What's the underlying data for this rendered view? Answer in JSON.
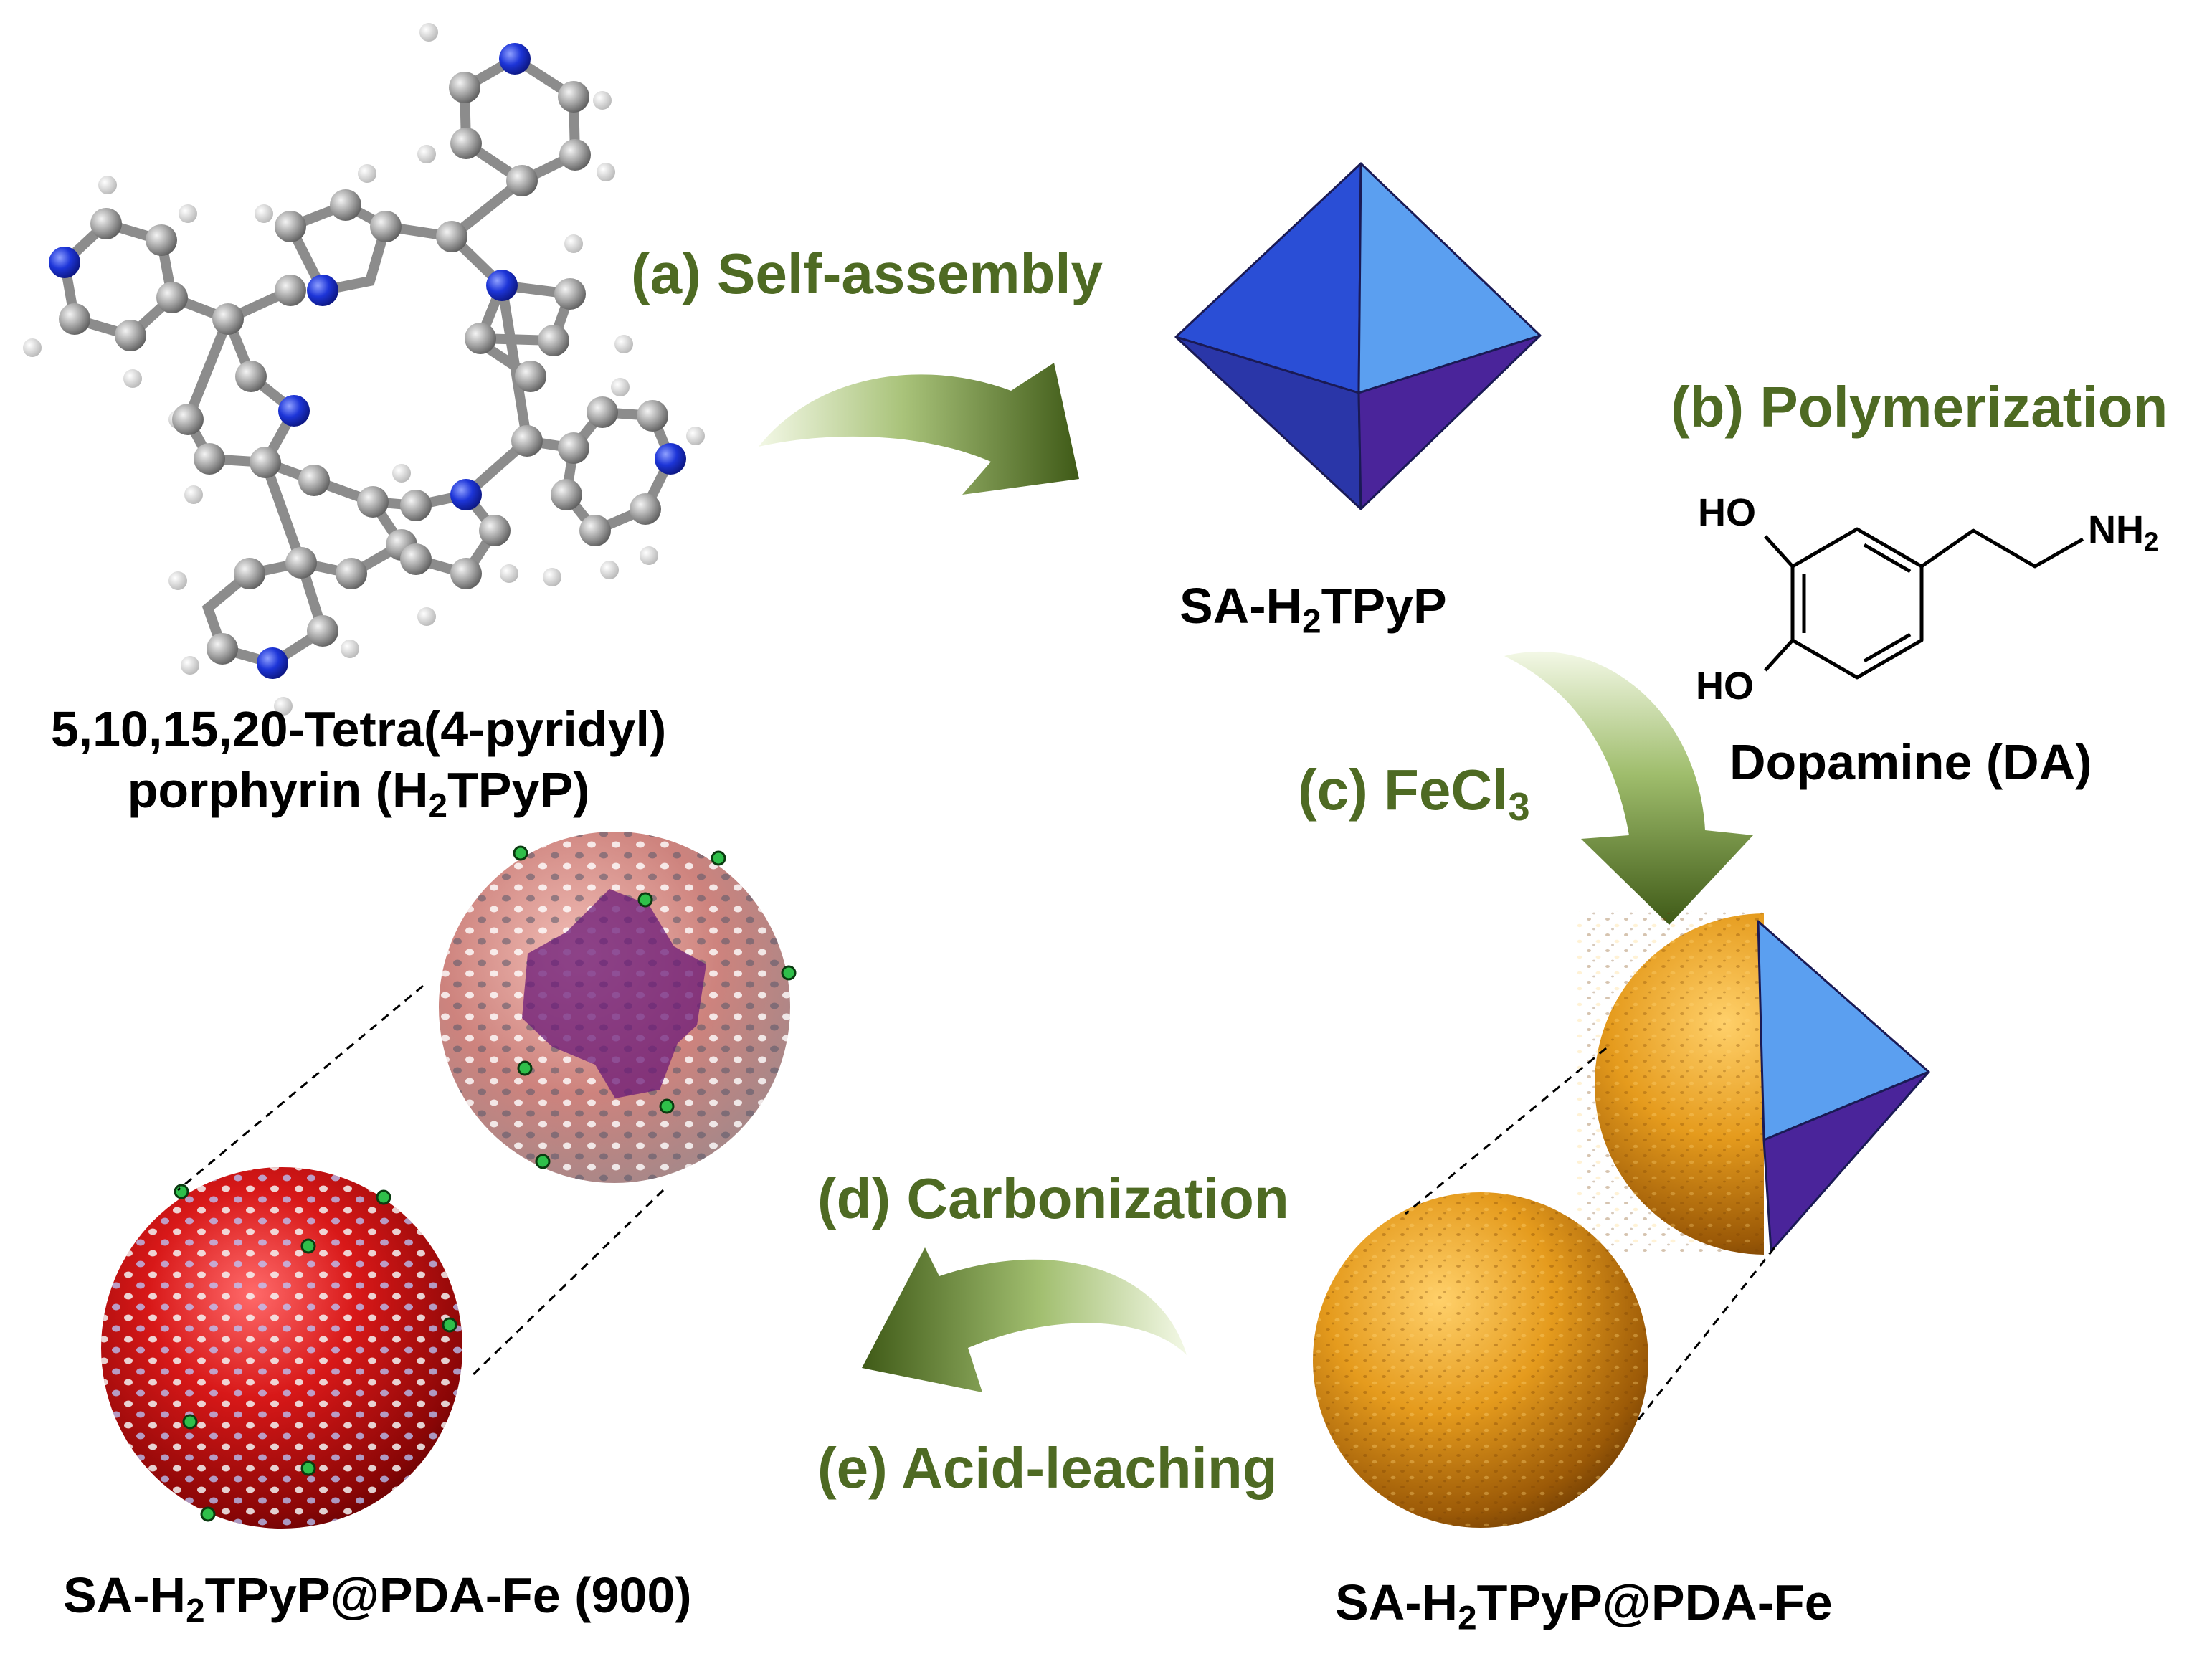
{
  "steps": {
    "a": "(a) Self-assembly",
    "b": "(b) Polymerization",
    "c_main": "(c) FeCl",
    "c_sub": "3",
    "d": "(d) Carbonization",
    "e": "(e) Acid-leaching"
  },
  "labels": {
    "porphyrin_line1": "5,10,15,20-Tetra(4-pyridyl)",
    "porphyrin_line2_a": "porphyrin (H",
    "porphyrin_line2_sub": "2",
    "porphyrin_line2_b": "TPyP)",
    "sa_a": "SA-H",
    "sa_sub": "2",
    "sa_b": "TPyP",
    "pda_a": "SA-H",
    "pda_sub": "2",
    "pda_b": "TPyP@PDA-Fe",
    "final_a": "SA-H",
    "final_sub": "2",
    "final_b": "TPyP@PDA-Fe (900)",
    "dopamine": "Dopamine (DA)"
  },
  "dopamine_structure": {
    "ho_top": "HO",
    "ho_bottom": "HO",
    "nh_main": "NH",
    "nh_sub": "2"
  },
  "colors": {
    "step_text": "#4e6a23",
    "arrow_dark": "#3f5a17",
    "arrow_light": "#e6f0cf",
    "octahedron_blue": "#2a4fd8",
    "octahedron_light": "#5a9ef0",
    "octahedron_purple": "#4a2a9a",
    "pda_orange": "#d99a1c",
    "carbon_red": "#c81414",
    "fe_site_green": "#2fbf4a",
    "atom_carbon": "#9a9a9a",
    "atom_nitrogen": "#1a2fd0",
    "atom_hydrogen": "#e8e8e8"
  }
}
